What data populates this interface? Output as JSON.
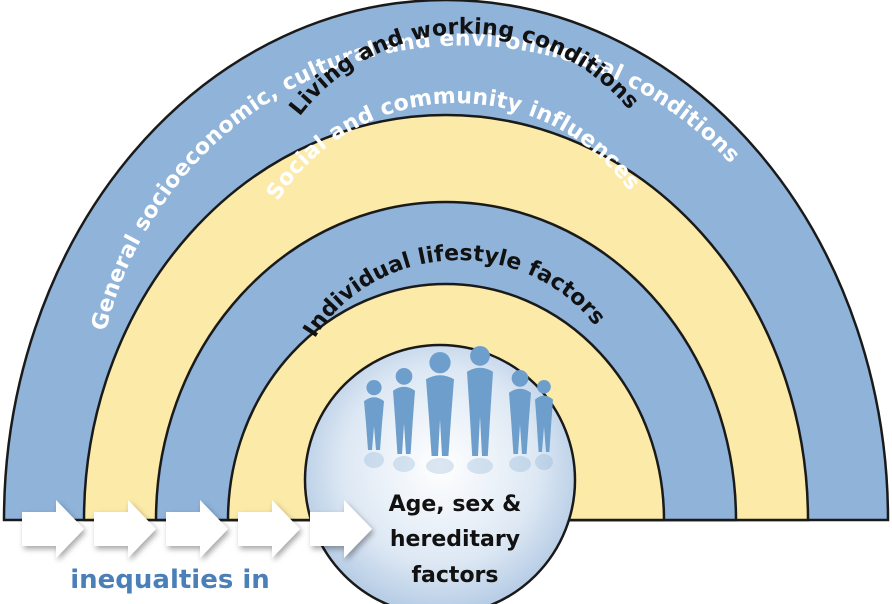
{
  "title": "",
  "colors": {
    "blue_band": "#8fb3d9",
    "yellow_band": "#fbeaa8",
    "outline": "#1a1a1a",
    "white_text": "#ffffff",
    "dark_text": "#111111",
    "bottom_text": "#4a7fb8",
    "people": "#6e9fcc"
  },
  "layers": [
    {
      "label": "General socioeconomic, cultural and environmental conditions",
      "band": "blue"
    },
    {
      "label": "Living and working conditions",
      "band": "yellow"
    },
    {
      "label": "Social and community influences",
      "band": "blue"
    },
    {
      "label": "Individual lifestyle factors",
      "band": "yellow"
    }
  ],
  "center": {
    "lines": [
      "Age, sex &",
      "hereditary",
      "factors"
    ],
    "image": "people-silhouettes-icon"
  },
  "arrows": {
    "count": 5,
    "icon": "right-arrow-icon"
  },
  "bottom_label": "inequalties in"
}
